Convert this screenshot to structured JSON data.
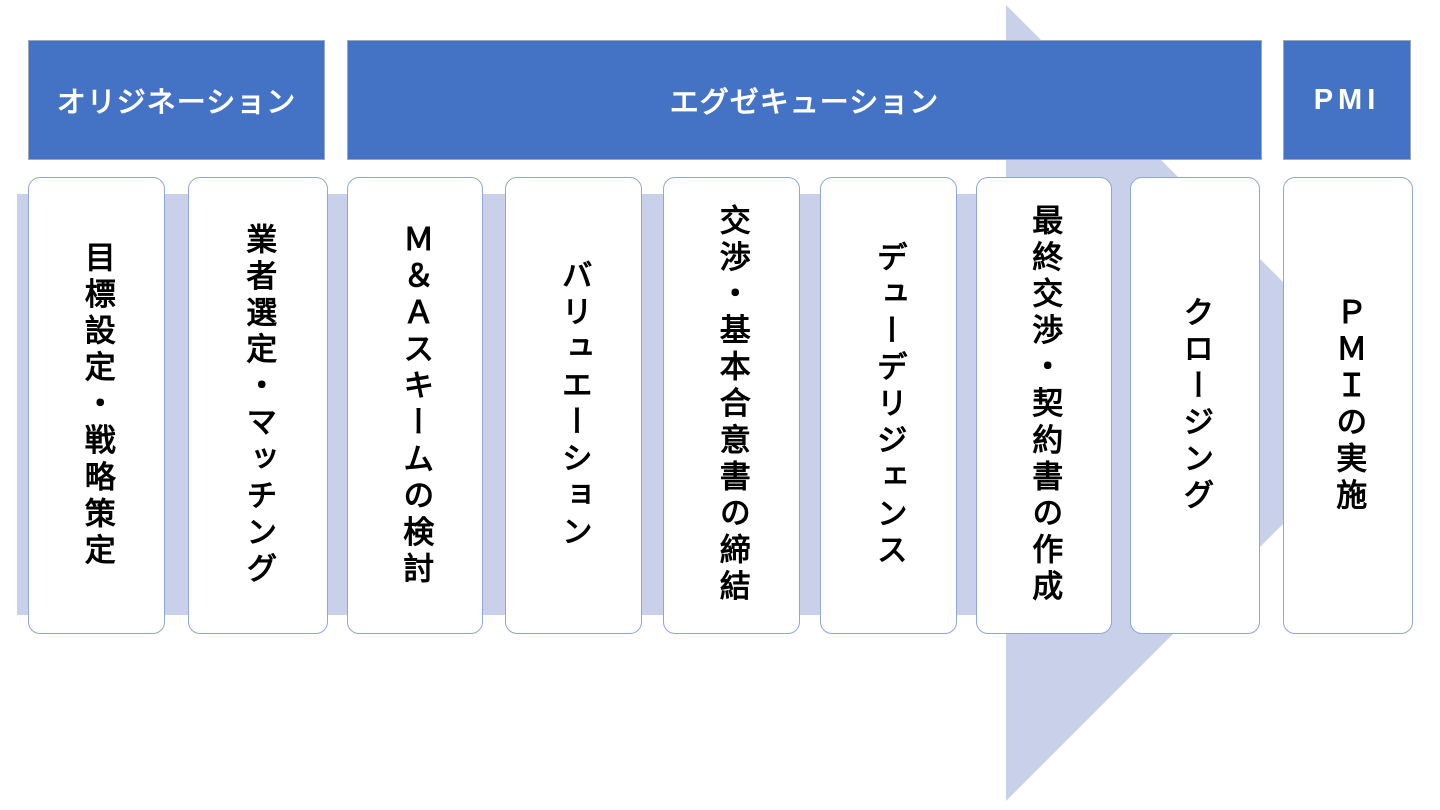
{
  "diagram": {
    "kind": "ma-process-flow"
  },
  "phases": [
    {
      "label": "オリジネーション",
      "steps_covered": [
        0,
        1
      ]
    },
    {
      "label": "エグゼキューション",
      "steps_covered": [
        2,
        3,
        4,
        5,
        6,
        7
      ]
    },
    {
      "label": "PMI",
      "steps_covered": [
        8
      ]
    }
  ],
  "steps": [
    {
      "label": "目標設定・戦略策定",
      "phase": 0
    },
    {
      "label": "業者選定・マッチング",
      "phase": 0
    },
    {
      "label": "Ｍ＆Ａスキームの検討",
      "phase": 1
    },
    {
      "label": "バリュエーション",
      "phase": 1
    },
    {
      "label": "交渉・基本合意書の締結",
      "phase": 1
    },
    {
      "label": "デューデリジェンス",
      "phase": 1
    },
    {
      "label": "最終交渉・契約書の作成",
      "phase": 1
    },
    {
      "label": "クロージング",
      "phase": 1
    },
    {
      "label": "ＰＭＩの実施",
      "phase": 2
    }
  ],
  "colors": {
    "phase_header_fill": "#4472C4",
    "phase_header_text": "#FFFFFF",
    "arrow_fill": "#C9D0EA",
    "step_fill": "#FFFFFF",
    "step_border": "#8FA7D6",
    "step_text": "#000000"
  }
}
